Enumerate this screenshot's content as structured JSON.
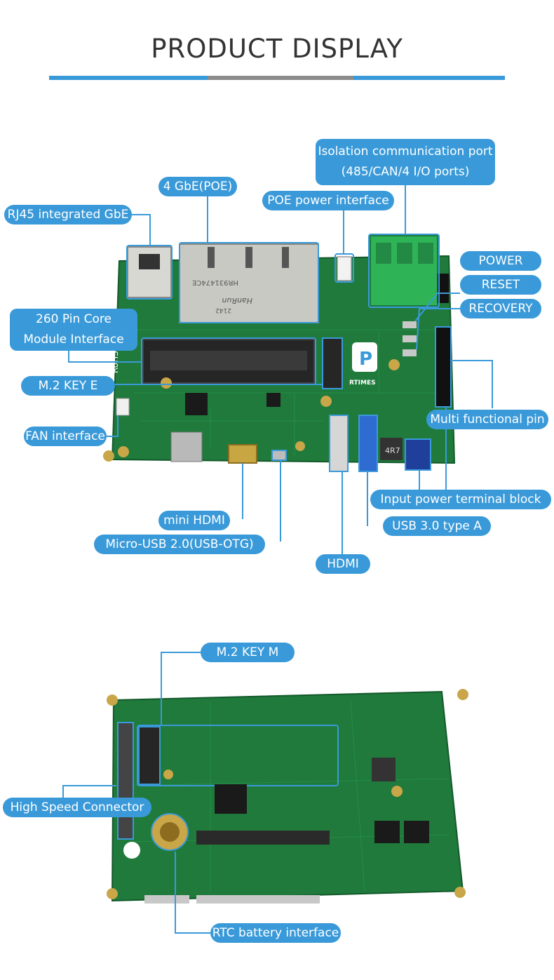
{
  "page": {
    "title": "PRODUCT DISPLAY"
  },
  "colors": {
    "accent": "#3a9ad9",
    "rule_mid": "#8c8c8c",
    "pcb_green": "#1f7a3c",
    "label_text": "#ffffff"
  },
  "top_labels": {
    "isolation_line1": "Isolation communication port",
    "isolation_line2": "(485/CAN/4 I/O ports)",
    "gbe_poe": "4 GbE(POE)",
    "poe_power": "POE power interface",
    "rj45": "RJ45 integrated GbE",
    "power": "POWER",
    "reset": "RESET",
    "recovery": "RECOVERY",
    "core_line1": "260 Pin Core",
    "core_line2": "Module Interface",
    "m2_key_e": "M.2 KEY E",
    "multi_pin": "Multi functional pin",
    "fan": "FAN interface",
    "input_power": "Input power terminal block",
    "mini_hdmi": "mini HDMI",
    "usb3": "USB 3.0 type A",
    "micro_usb": "Micro-USB 2.0(USB-OTG)",
    "hdmi": "HDMI"
  },
  "bottom_labels": {
    "m2_key_m": "M.2 KEY M",
    "high_speed": "High Speed Connector",
    "rtc": "RTC battery interface"
  },
  "board_markings": {
    "logo": "RTIMES",
    "rohs": "RoHS",
    "magjack": "HR931474CE",
    "magjack_brand": "HanRun",
    "magjack_date": "2142",
    "inductor": "4R7"
  }
}
